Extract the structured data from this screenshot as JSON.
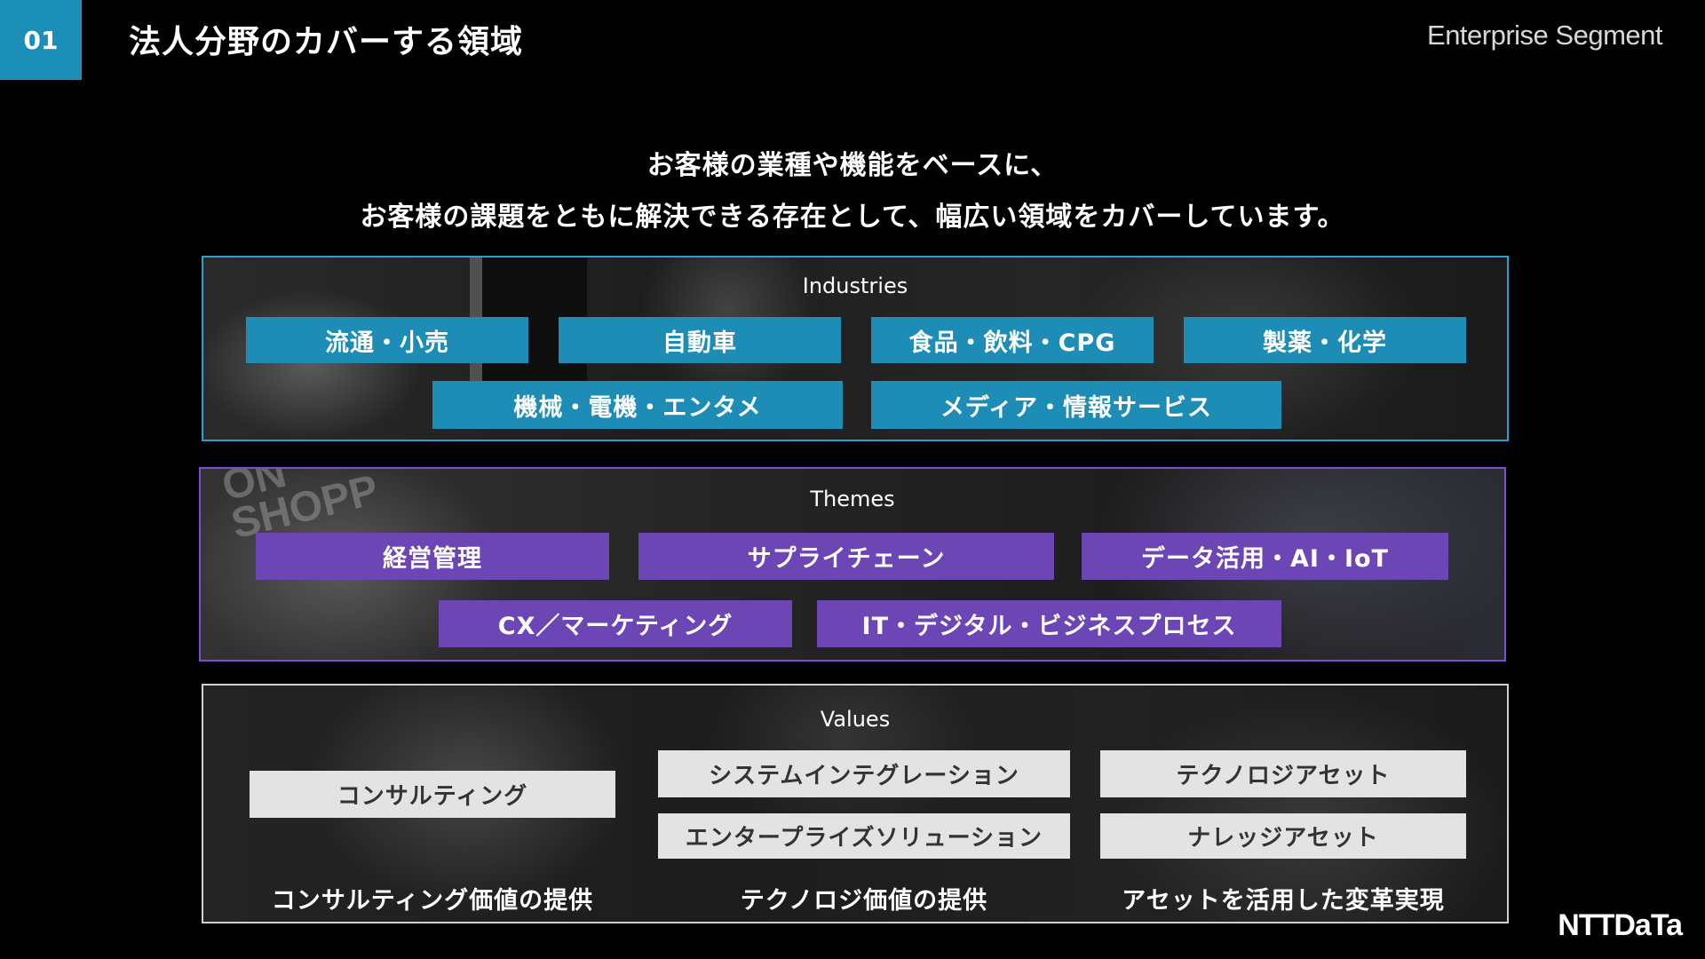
{
  "header": {
    "page_number": "01",
    "title": "法人分野のカバーする領域",
    "segment": "Enterprise Segment"
  },
  "lead": {
    "line1": "お客様の業種や機能をベースに、",
    "line2": "お客様の課題をともに解決できる存在として、幅広い領域をカバーしています。"
  },
  "industries": {
    "title": "Industries",
    "items": [
      "流通・小売",
      "自動車",
      "食品・飲料・CPG",
      "製薬・化学",
      "機械・電機・エンタメ",
      "メディア・情報サービス"
    ]
  },
  "themes": {
    "title": "Themes",
    "watermark": "ON\nSHOPP",
    "items": [
      "経営管理",
      "サプライチェーン",
      "データ活用・AI・IoT",
      "CX／マーケティング",
      "IT・デジタル・ビジネスプロセス"
    ]
  },
  "values": {
    "title": "Values",
    "items": [
      "コンサルティング",
      "システムインテグレーション",
      "エンタープライズソリューション",
      "テクノロジアセット",
      "ナレッジアセット"
    ],
    "captions": [
      "コンサルティング価値の提供",
      "テクノロジ価値の提供",
      "アセットを活用した変革実現"
    ]
  },
  "footer": {
    "logo": "NTTDaTa"
  },
  "colors": {
    "accent_blue": "#1e8db5",
    "accent_purple": "#6c46b5",
    "value_chip": "#e3e3e3",
    "background": "#000000"
  }
}
